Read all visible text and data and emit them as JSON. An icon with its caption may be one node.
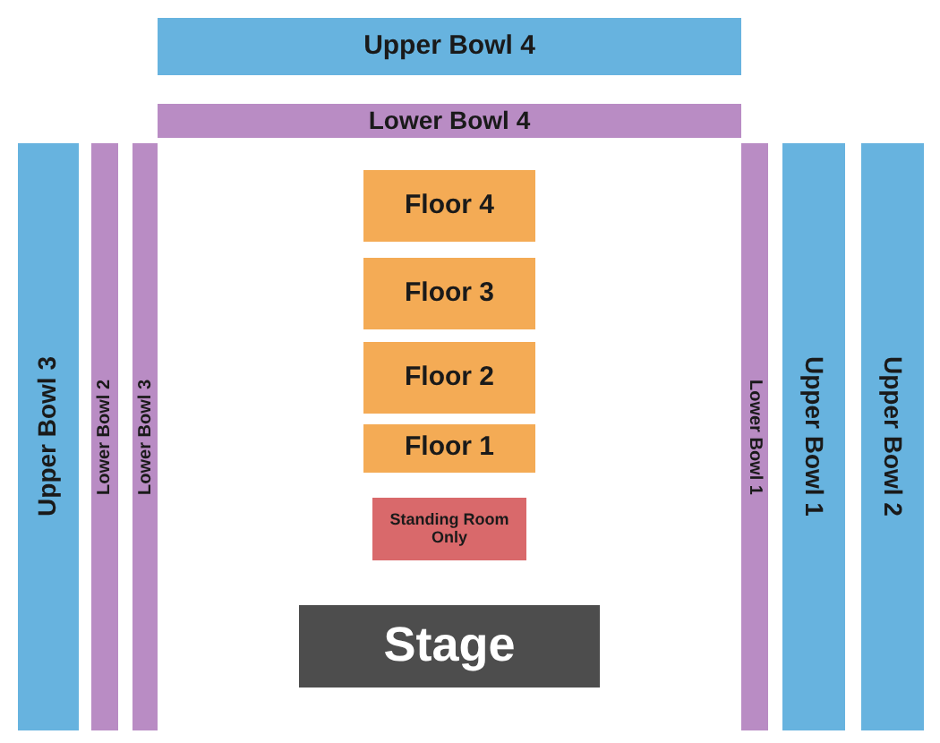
{
  "diagram": {
    "nodes": [
      {
        "text": [
          "Upper Bowl 4"
        ]
      },
      {
        "text": [
          "Lower Bowl 4"
        ]
      },
      {
        "text": [
          "Upper Bowl 3"
        ]
      },
      {
        "text": [
          "Lower Bowl 2"
        ]
      },
      {
        "text": [
          "Lower Bowl 3"
        ]
      },
      {
        "text": [
          "Floor 4"
        ]
      },
      {
        "text": [
          "Floor 3"
        ]
      },
      {
        "text": [
          "Floor 2"
        ]
      },
      {
        "text": [
          "Floor 1"
        ]
      },
      {
        "text": [
          "Standing Room Only"
        ]
      },
      {
        "text": [
          "Stage"
        ]
      },
      {
        "text": [
          "Lower Bowl 1"
        ]
      },
      {
        "text": [
          "Upper Bowl 1"
        ]
      },
      {
        "text": [
          "Upper Bowl 2"
        ]
      }
    ],
    "edges": []
  }
}
